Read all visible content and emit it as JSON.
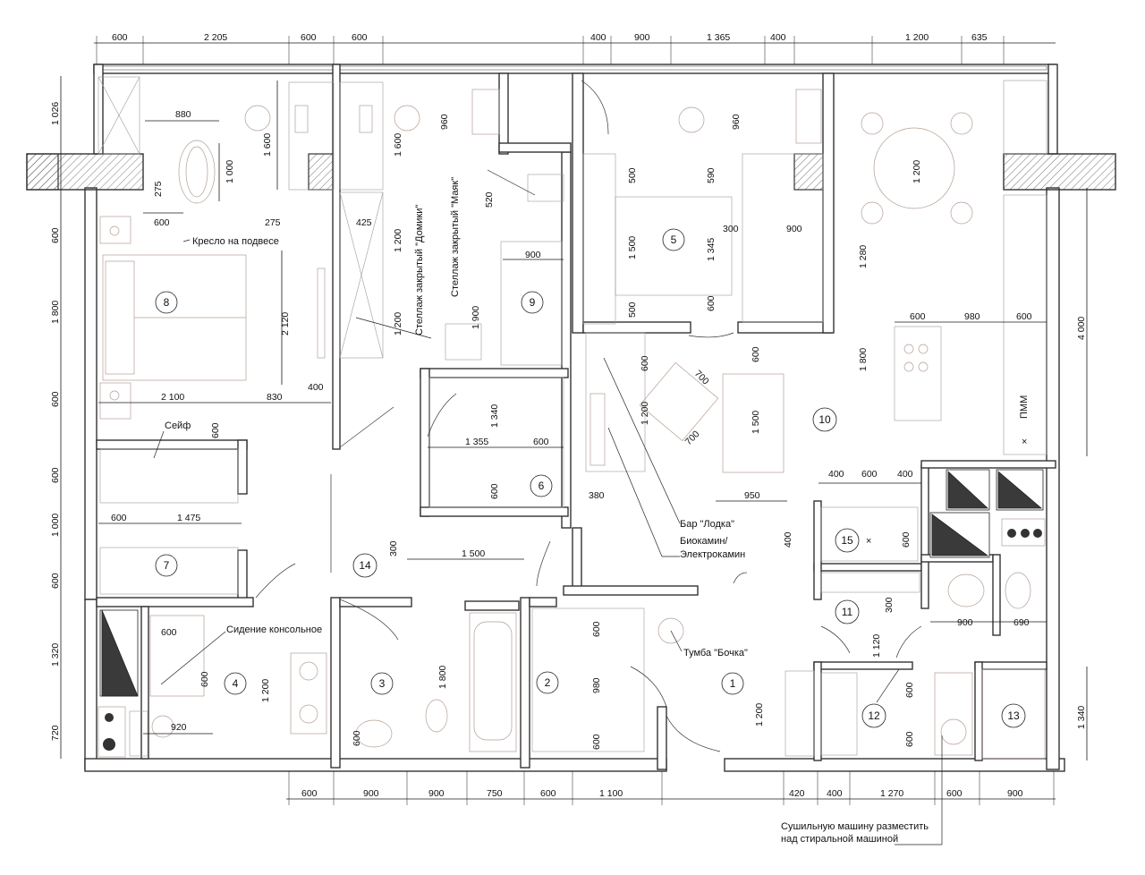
{
  "rooms": [
    {
      "id": "1",
      "label": "1"
    },
    {
      "id": "2",
      "label": "2"
    },
    {
      "id": "3",
      "label": "3"
    },
    {
      "id": "4",
      "label": "4"
    },
    {
      "id": "5",
      "label": "5"
    },
    {
      "id": "6",
      "label": "6"
    },
    {
      "id": "7",
      "label": "7"
    },
    {
      "id": "8",
      "label": "8"
    },
    {
      "id": "9",
      "label": "9"
    },
    {
      "id": "10",
      "label": "10"
    },
    {
      "id": "11",
      "label": "11"
    },
    {
      "id": "12",
      "label": "12"
    },
    {
      "id": "13",
      "label": "13"
    },
    {
      "id": "14",
      "label": "14"
    },
    {
      "id": "15",
      "label": "15"
    }
  ],
  "labels": {
    "hanging_chair": "Кресло на подвесе",
    "safe": "Сейф",
    "console_seat": "Сидение консольное",
    "rack_houses": "Стеллаж закрытый \"Домики\"",
    "rack_lighthouse": "Стеллаж закрытый \"Маяк\"",
    "bar_boat": "Бар \"Лодка\"",
    "biofireplace": "Биокамин/",
    "electrofireplace": "Электрокамин",
    "barrel_cabinet": "Тумба \"Бочка\"",
    "dryer_note_1": "Сушильную машину разместить",
    "dryer_note_2": "над стиральной машиной",
    "dishwasher": "ПММ",
    "cross": "×"
  },
  "dimensions": {
    "top": [
      "600",
      "2 205",
      "600",
      "600",
      "400",
      "900",
      "1 365",
      "400",
      "1 200",
      "635"
    ],
    "bottom": [
      "600",
      "900",
      "900",
      "750",
      "600",
      "1 100",
      "420",
      "400",
      "1 270",
      "600",
      "900"
    ],
    "left": [
      "1 026",
      "600",
      "1 800",
      "600",
      "600",
      "1 000",
      "600",
      "1 320",
      "720"
    ],
    "right": [
      "4 000",
      "1 340"
    ],
    "interior": {
      "d880": "880",
      "d1000": "1 000",
      "d275a": "275",
      "d600a": "600",
      "d275b": "275",
      "d1600a": "1 600",
      "d1600b": "1 600",
      "d425": "425",
      "d1200a": "1 200",
      "d1200b": "1 200",
      "d960a": "960",
      "d520": "520",
      "d900a": "900",
      "d1900": "1 900",
      "d2120": "2 120",
      "d2100": "2 100",
      "d830": "830",
      "d400a": "400",
      "d500a": "500",
      "d1500a": "1 500",
      "d500b": "500",
      "d960b": "960",
      "d590": "590",
      "d1345": "1 345",
      "d300a": "300",
      "d900b": "900",
      "d600b": "600",
      "d1200c": "1 200",
      "d1280": "1 280",
      "d600c": "600",
      "d980a": "980",
      "d600d": "600",
      "d1800a": "1 800",
      "d600e": "600",
      "d700a": "700",
      "d700b": "700",
      "d1200d": "1 200",
      "d600f": "600",
      "d1500b": "1 500",
      "d950": "950",
      "d1340": "1 340",
      "d1355": "1 355",
      "d600g": "600",
      "d600h": "600",
      "d380": "380",
      "d1500c": "1 500",
      "d300b": "300",
      "d600i": "600",
      "d1475": "1 475",
      "d400b": "400",
      "d600j": "600",
      "d400c": "400",
      "d400d": "400",
      "d600k": "600",
      "d300c": "300",
      "d1120": "1 120",
      "d900c": "900",
      "d690": "690",
      "d600l": "600",
      "d600m": "600",
      "d1200e": "1 200",
      "d920": "920",
      "d600n": "600",
      "d600o": "600",
      "d1800b": "1 800",
      "d600p": "600",
      "d980b": "980",
      "d600q": "600",
      "d1200f": "1 200",
      "d600r": "600",
      "d600s": "600"
    }
  },
  "colors": {
    "wall_stroke": "#333333",
    "furniture": "#b39f94",
    "dimension": "#1a1a1a",
    "dark_fill": "#3a3a3a"
  }
}
